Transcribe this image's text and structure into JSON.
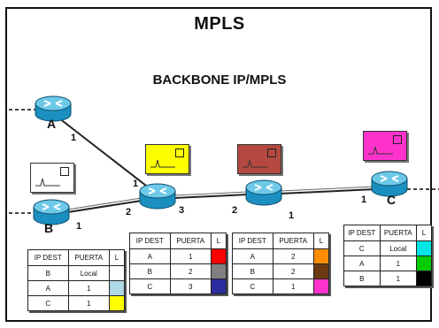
{
  "title": "MPLS",
  "subtitle": "BACKBONE IP/MPLS",
  "colors": {
    "router_top": "#6ec9e8",
    "router_body": "#1b8fc0",
    "link": "#222222",
    "dashed": "#444444"
  },
  "routers": [
    {
      "id": "A",
      "label": "A",
      "icon": "router-icon"
    },
    {
      "id": "B",
      "label": "B",
      "icon": "router-icon"
    },
    {
      "id": "R1",
      "label": "",
      "icon": "router-icon"
    },
    {
      "id": "R2",
      "label": "",
      "icon": "router-icon"
    },
    {
      "id": "C",
      "label": "C",
      "icon": "router-icon"
    }
  ],
  "ports": {
    "a_port": "1",
    "b_port": "1",
    "r1_in_top": "1",
    "r1_in_bottom": "2",
    "r1_out": "3",
    "r2_in": "2",
    "r2_out": "1",
    "c_in": "1"
  },
  "packets": [
    {
      "id": "pkt-white",
      "color": "#ffffff"
    },
    {
      "id": "pkt-yellow",
      "color": "#ffff00"
    },
    {
      "id": "pkt-brown",
      "color": "#b5493f"
    },
    {
      "id": "pkt-magenta",
      "color": "#ff33cc"
    }
  ],
  "tables": [
    {
      "id": "table-b",
      "headers": [
        "IP DEST",
        "PUERTA",
        "L"
      ],
      "rows": [
        {
          "dest": "B",
          "port": "Local",
          "color": "#ffffff"
        },
        {
          "dest": "A",
          "port": "1",
          "color": "#add8e6"
        },
        {
          "dest": "C",
          "port": "1",
          "color": "#ffff00"
        }
      ]
    },
    {
      "id": "table-r1",
      "headers": [
        "IP DEST",
        "PUERTA",
        "L"
      ],
      "rows": [
        {
          "dest": "A",
          "port": "1",
          "color": "#ff0000"
        },
        {
          "dest": "B",
          "port": "2",
          "color": "#808080"
        },
        {
          "dest": "C",
          "port": "3",
          "color": "#2c2c9c"
        }
      ]
    },
    {
      "id": "table-r2",
      "headers": [
        "IP DEST",
        "PUERTA",
        "L"
      ],
      "rows": [
        {
          "dest": "A",
          "port": "2",
          "color": "#ff8c00"
        },
        {
          "dest": "B",
          "port": "2",
          "color": "#6b3a12"
        },
        {
          "dest": "C",
          "port": "1",
          "color": "#ff33cc"
        }
      ]
    },
    {
      "id": "table-c",
      "headers": [
        "IP DEST",
        "PUERTA",
        "L"
      ],
      "rows": [
        {
          "dest": "C",
          "port": "Local",
          "color": "#00e5e5"
        },
        {
          "dest": "A",
          "port": "1",
          "color": "#00cc00"
        },
        {
          "dest": "B",
          "port": "1",
          "color": "#000000"
        }
      ]
    }
  ]
}
